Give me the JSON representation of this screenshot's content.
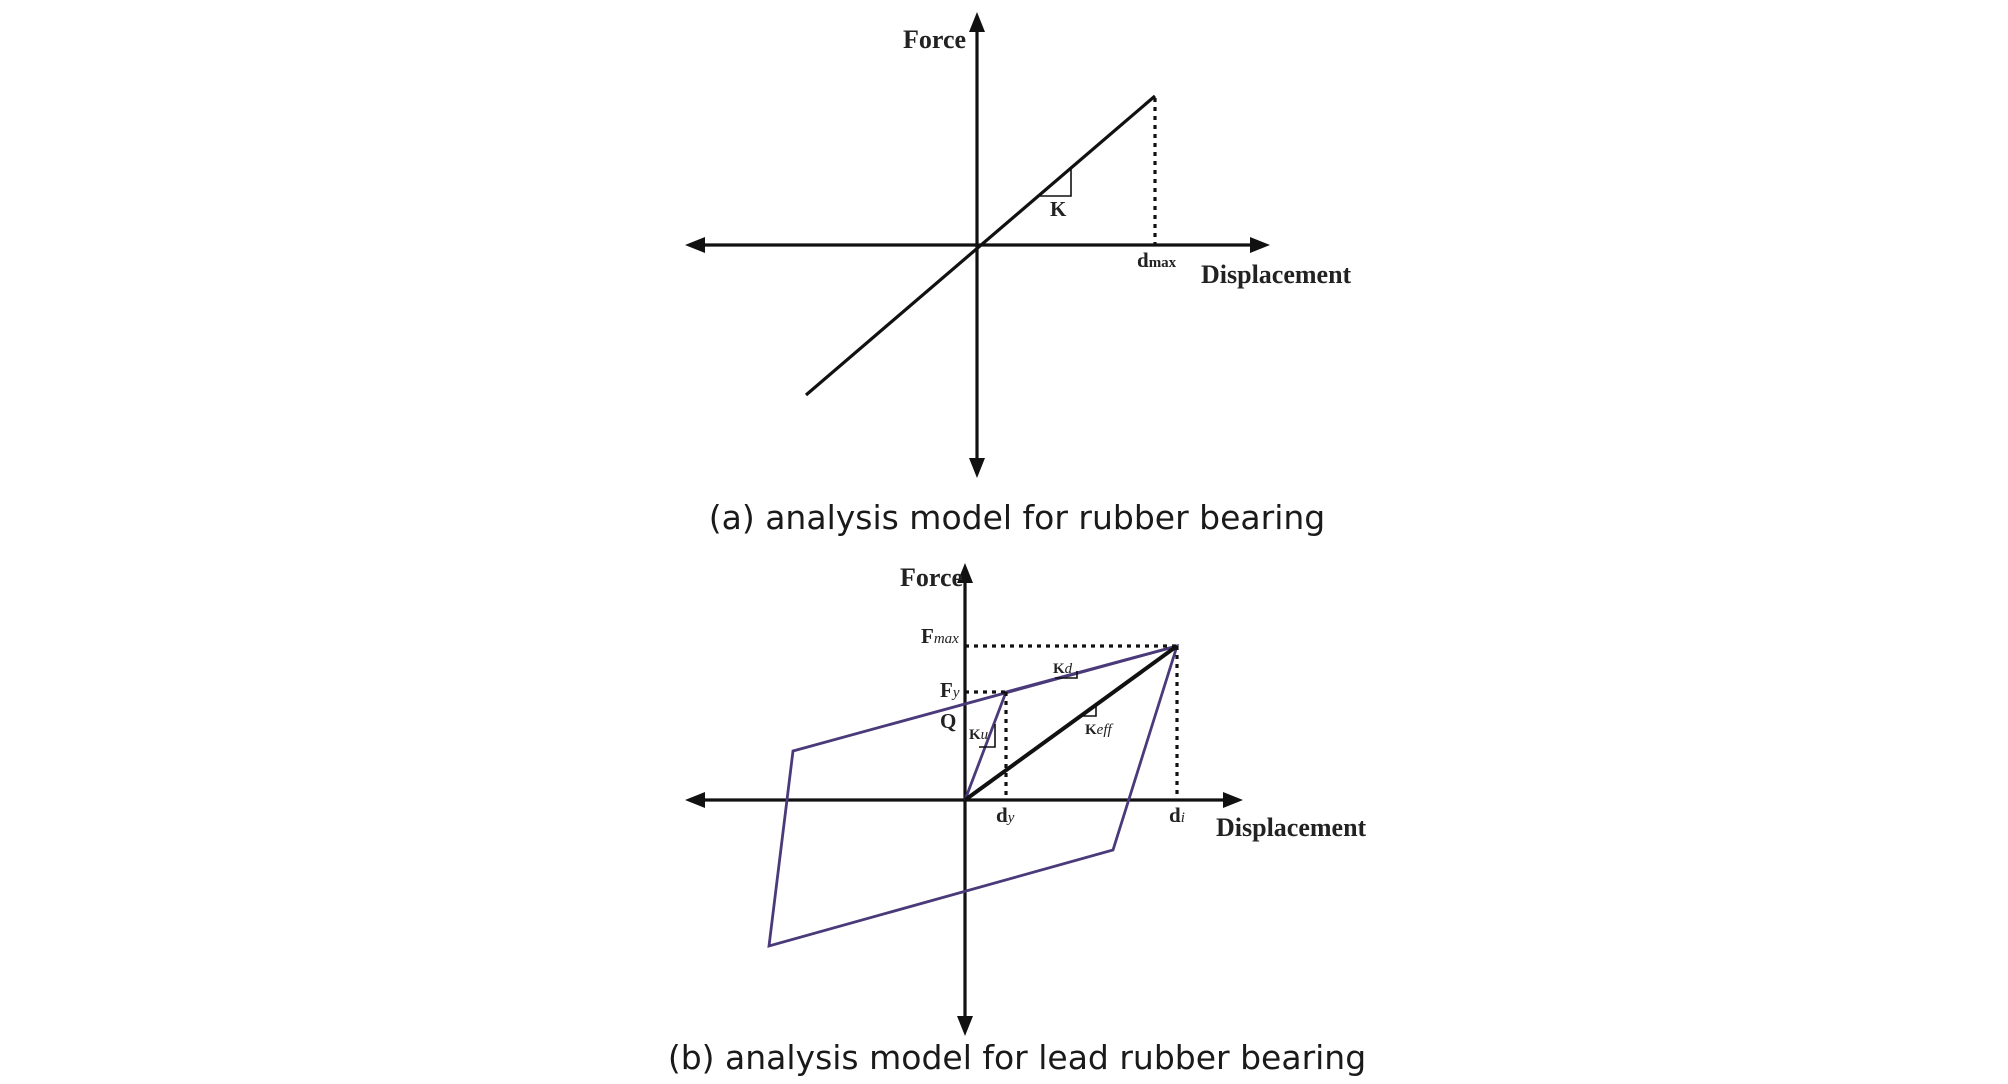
{
  "panel_a": {
    "y_axis_label": "Force",
    "x_axis_label": "Displacement",
    "slope_label": "K",
    "dmax_label_main": "d",
    "dmax_label_sub": "max",
    "caption": "(a) analysis model for rubber bearing"
  },
  "panel_b": {
    "y_axis_label": "Force",
    "x_axis_label": "Displacement",
    "fmax_main": "F",
    "fmax_sub": "max",
    "fy_main": "F",
    "fy_sub": "y",
    "q_label": "Q",
    "kd_main": "K",
    "kd_sub": "d",
    "ku_main": "K",
    "ku_sub": "u",
    "keff_main": "K",
    "keff_sub": "eff",
    "dy_main": "d",
    "dy_sub": "y",
    "di_main": "d",
    "di_sub": "i",
    "caption": "(b) analysis model for lead rubber bearing"
  },
  "colors": {
    "axis": "#111111",
    "hysteresis": "#4a3a7a"
  }
}
